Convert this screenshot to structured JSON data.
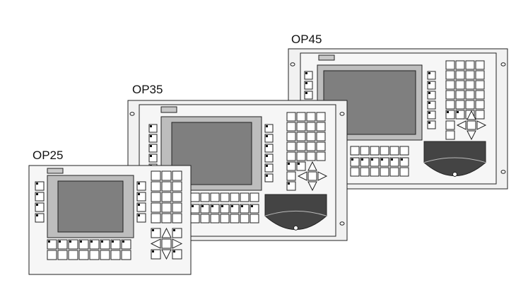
{
  "panels": [
    {
      "id": "op45",
      "label": "OP45"
    },
    {
      "id": "op35",
      "label": "OP35"
    },
    {
      "id": "op25",
      "label": "OP25"
    }
  ],
  "colors": {
    "frame": "#f1f1f1",
    "inner": "#f6f6f6",
    "bezel": "#bdbdbd",
    "screen": "#7f7f7f",
    "mouse_pad": "#444444",
    "key": "#ffffff",
    "outline": "#222222"
  },
  "icons": [
    "arrow-up-icon",
    "arrow-down-icon",
    "arrow-left-icon",
    "arrow-right-icon",
    "mounting-hole-icon"
  ]
}
